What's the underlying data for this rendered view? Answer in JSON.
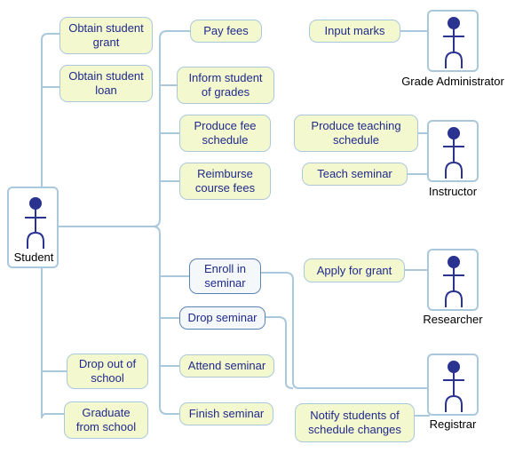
{
  "actors": {
    "student": "Student",
    "grade_admin": "Grade Administrator",
    "instructor": "Instructor",
    "researcher": "Researcher",
    "registrar": "Registrar"
  },
  "use_cases": {
    "obtain_grant": "Obtain student\ngrant",
    "obtain_loan": "Obtain student\nloan",
    "drop_out": "Drop out of\nschool",
    "graduate": "Graduate\nfrom school",
    "pay_fees": "Pay fees",
    "inform_grades": "Inform student\nof grades",
    "produce_fee_schedule": "Produce fee\nschedule",
    "reimburse_fees": "Reimburse\ncourse fees",
    "enroll": "Enroll in\nseminar",
    "drop_seminar": "Drop seminar",
    "attend_seminar": "Attend seminar",
    "finish_seminar": "Finish seminar",
    "input_marks": "Input marks",
    "produce_teaching_schedule": "Produce teaching\nschedule",
    "teach_seminar": "Teach seminar",
    "apply_grant": "Apply for grant",
    "notify_changes": "Notify students of\nschedule changes"
  }
}
